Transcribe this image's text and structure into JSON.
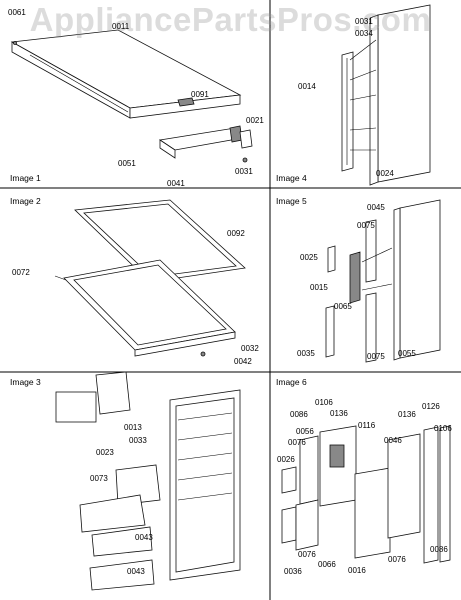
{
  "watermark": "AppliancePartsPros.com",
  "panels": {
    "p1": {
      "title": "Image 1",
      "labels": [
        "0061",
        "0011",
        "0091",
        "0021",
        "0051",
        "0031",
        "0041"
      ]
    },
    "p2": {
      "title": "Image 2",
      "labels": [
        "0092",
        "0072",
        "0032",
        "0042"
      ]
    },
    "p3": {
      "title": "Image 3",
      "labels": [
        "0013",
        "0023",
        "0033",
        "0073",
        "0043",
        "0043"
      ]
    },
    "p4": {
      "title": "Image 4",
      "labels": [
        "0031",
        "0034",
        "0014",
        "0024"
      ]
    },
    "p5": {
      "title": "Image 5",
      "labels": [
        "0045",
        "0075",
        "0025",
        "0015",
        "0065",
        "0035",
        "0075",
        "0055"
      ]
    },
    "p6": {
      "title": "Image 6",
      "labels": [
        "0106",
        "0136",
        "0116",
        "0136",
        "0126",
        "0106",
        "0086",
        "0056",
        "0076",
        "0026",
        "0046",
        "0086",
        "0076",
        "0066",
        "0016",
        "0076",
        "0036"
      ]
    }
  }
}
